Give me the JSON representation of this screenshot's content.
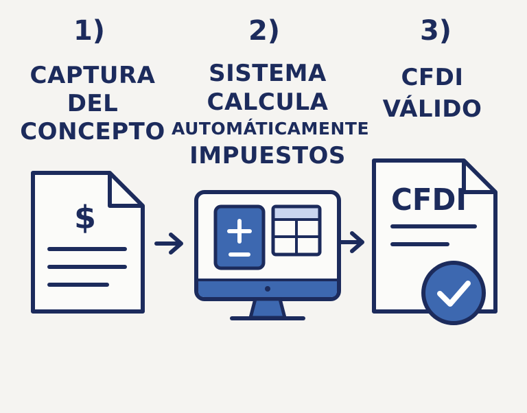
{
  "steps": [
    {
      "number": "1)",
      "title_lines": [
        "CAPTURA",
        "DEL",
        "CONCEPTO"
      ]
    },
    {
      "number": "2)",
      "title_lines": [
        "SISTEMA",
        "CALCULA",
        "AUTOMÁTICAMENTE",
        "IMPUESTOS"
      ]
    },
    {
      "number": "3)",
      "title_lines": [
        "CFDI",
        "VÁLIDO"
      ]
    }
  ],
  "icons": {
    "step1": "dollar-document-icon",
    "step2": "computer-calculator-icon",
    "step3": "cfdi-check-document-icon",
    "arrows": "arrow-right-icon"
  },
  "document_labels": {
    "currency_symbol": "$",
    "cfdi": "CFDI"
  },
  "colors": {
    "navy": "#1c2b5c",
    "blue": "#3d68b0",
    "light_blue": "#c9d5ef",
    "background": "#f5f4f1",
    "paper": "#fbfbf9"
  }
}
